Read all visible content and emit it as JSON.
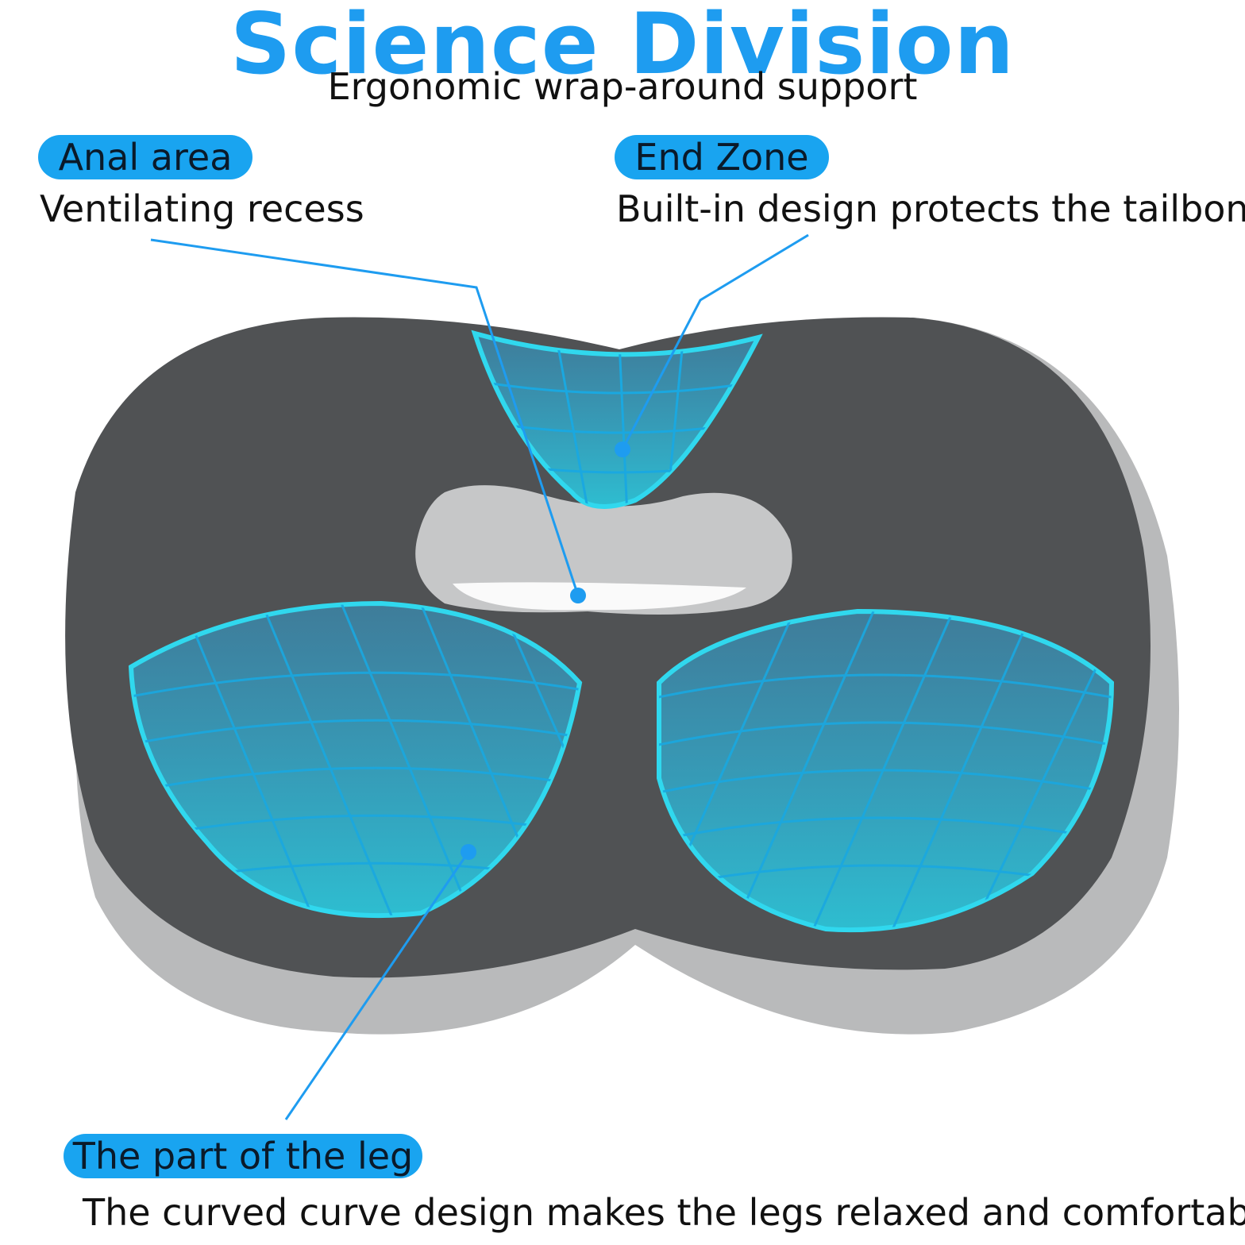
{
  "header": {
    "title": "Science Division",
    "subtitle": "Ergonomic wrap-around support"
  },
  "callouts": {
    "anal": {
      "label": "Anal area",
      "description": "Ventilating recess"
    },
    "end": {
      "label": "End Zone",
      "description": "Built-in design protects the tailbone"
    },
    "leg": {
      "label": "The part of the leg",
      "description": "The curved curve design makes the legs relaxed and comfortable"
    }
  },
  "colors": {
    "accent": "#1e9cf0",
    "pill": "#19a4f0",
    "cushion_top": "#505254",
    "cushion_side": "#b9babb",
    "glow": "#28c8e6"
  }
}
